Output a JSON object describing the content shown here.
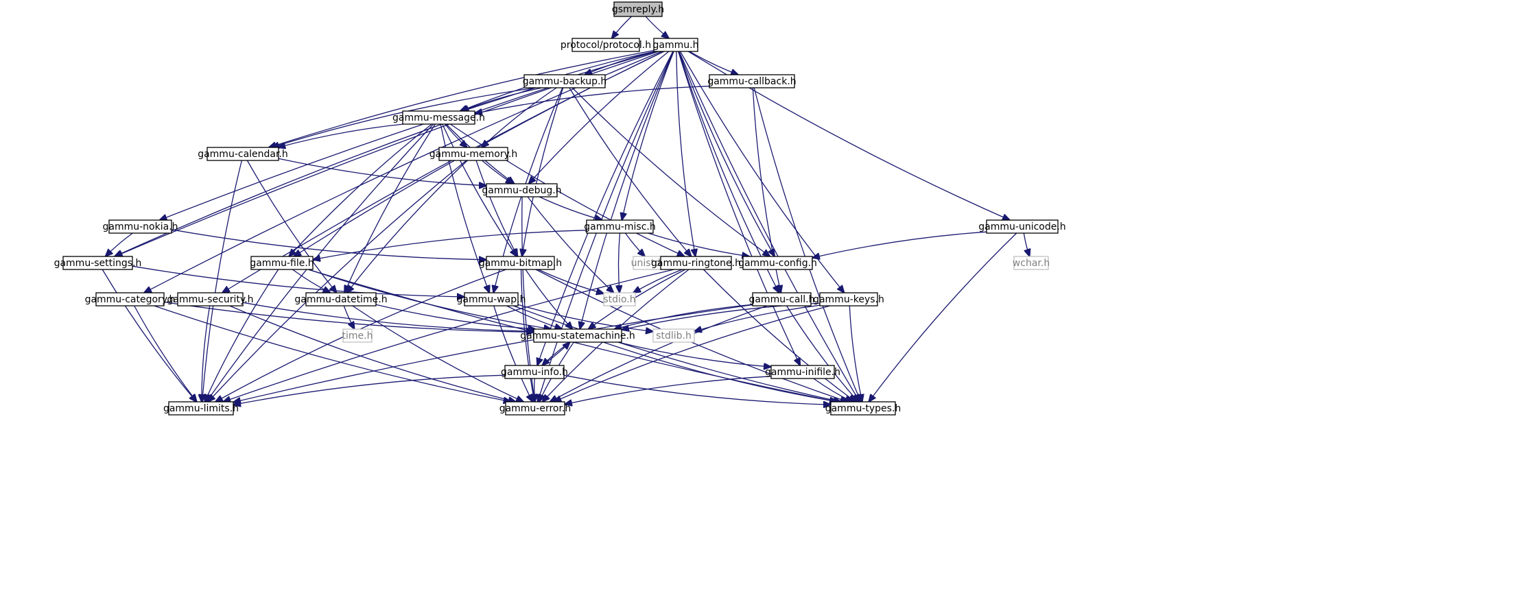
{
  "diagram": {
    "colors": {
      "edge": "#191970",
      "root_fill": "#bfbfbf",
      "node_border": "#000000",
      "external_border": "#bfbfbf",
      "external_text": "#7f7f7f"
    },
    "nodes": [
      {
        "id": "gsmreply",
        "label": "gsmreply.h",
        "kind": "root"
      },
      {
        "id": "protocol",
        "label": "protocol/protocol.h",
        "kind": "normal"
      },
      {
        "id": "gammu",
        "label": "gammu.h",
        "kind": "normal"
      },
      {
        "id": "backup",
        "label": "gammu-backup.h",
        "kind": "normal"
      },
      {
        "id": "callback",
        "label": "gammu-callback.h",
        "kind": "normal"
      },
      {
        "id": "message",
        "label": "gammu-message.h",
        "kind": "normal"
      },
      {
        "id": "calendar",
        "label": "gammu-calendar.h",
        "kind": "normal"
      },
      {
        "id": "memory",
        "label": "gammu-memory.h",
        "kind": "normal"
      },
      {
        "id": "debug",
        "label": "gammu-debug.h",
        "kind": "normal"
      },
      {
        "id": "nokia",
        "label": "gammu-nokia.h",
        "kind": "normal"
      },
      {
        "id": "misc",
        "label": "gammu-misc.h",
        "kind": "normal"
      },
      {
        "id": "unicode",
        "label": "gammu-unicode.h",
        "kind": "normal"
      },
      {
        "id": "settings",
        "label": "gammu-settings.h",
        "kind": "normal"
      },
      {
        "id": "file",
        "label": "gammu-file.h",
        "kind": "normal"
      },
      {
        "id": "bitmap",
        "label": "gammu-bitmap.h",
        "kind": "normal"
      },
      {
        "id": "unistd",
        "label": "unistd.h",
        "kind": "external"
      },
      {
        "id": "ringtone",
        "label": "gammu-ringtone.h",
        "kind": "normal"
      },
      {
        "id": "config",
        "label": "gammu-config.h",
        "kind": "normal"
      },
      {
        "id": "wchar",
        "label": "wchar.h",
        "kind": "external"
      },
      {
        "id": "category",
        "label": "gammu-category.h",
        "kind": "normal"
      },
      {
        "id": "security",
        "label": "gammu-security.h",
        "kind": "normal"
      },
      {
        "id": "datetime",
        "label": "gammu-datetime.h",
        "kind": "normal"
      },
      {
        "id": "wap",
        "label": "gammu-wap.h",
        "kind": "normal"
      },
      {
        "id": "stdio",
        "label": "stdio.h",
        "kind": "external"
      },
      {
        "id": "call",
        "label": "gammu-call.h",
        "kind": "normal"
      },
      {
        "id": "keys",
        "label": "gammu-keys.h",
        "kind": "normal"
      },
      {
        "id": "time",
        "label": "time.h",
        "kind": "external"
      },
      {
        "id": "statemachine",
        "label": "gammu-statemachine.h",
        "kind": "normal"
      },
      {
        "id": "stdlib",
        "label": "stdlib.h",
        "kind": "external"
      },
      {
        "id": "info",
        "label": "gammu-info.h",
        "kind": "normal"
      },
      {
        "id": "inifile",
        "label": "gammu-inifile.h",
        "kind": "normal"
      },
      {
        "id": "limits",
        "label": "gammu-limits.h",
        "kind": "normal"
      },
      {
        "id": "error",
        "label": "gammu-error.h",
        "kind": "normal"
      },
      {
        "id": "types",
        "label": "gammu-types.h",
        "kind": "normal"
      }
    ],
    "edges": [
      [
        "gsmreply",
        "protocol"
      ],
      [
        "gsmreply",
        "gammu"
      ],
      [
        "gammu",
        "backup"
      ],
      [
        "gammu",
        "callback"
      ],
      [
        "gammu",
        "message"
      ],
      [
        "gammu",
        "calendar"
      ],
      [
        "gammu",
        "debug"
      ],
      [
        "gammu",
        "nokia"
      ],
      [
        "gammu",
        "misc"
      ],
      [
        "gammu",
        "unicode"
      ],
      [
        "gammu",
        "settings"
      ],
      [
        "gammu",
        "file"
      ],
      [
        "gammu",
        "ringtone"
      ],
      [
        "gammu",
        "config"
      ],
      [
        "gammu",
        "category"
      ],
      [
        "gammu",
        "security"
      ],
      [
        "gammu",
        "call"
      ],
      [
        "gammu",
        "keys"
      ],
      [
        "gammu",
        "statemachine"
      ],
      [
        "gammu",
        "info"
      ],
      [
        "gammu",
        "inifile"
      ],
      [
        "gammu",
        "error"
      ],
      [
        "gammu",
        "types"
      ],
      [
        "backup",
        "message"
      ],
      [
        "backup",
        "calendar"
      ],
      [
        "backup",
        "memory"
      ],
      [
        "backup",
        "settings"
      ],
      [
        "backup",
        "bitmap"
      ],
      [
        "backup",
        "ringtone"
      ],
      [
        "backup",
        "config"
      ],
      [
        "backup",
        "wap"
      ],
      [
        "callback",
        "message"
      ],
      [
        "callback",
        "call"
      ],
      [
        "callback",
        "types"
      ],
      [
        "message",
        "calendar"
      ],
      [
        "message",
        "memory"
      ],
      [
        "message",
        "debug"
      ],
      [
        "message",
        "file"
      ],
      [
        "message",
        "bitmap"
      ],
      [
        "message",
        "ringtone"
      ],
      [
        "message",
        "datetime"
      ],
      [
        "message",
        "wap"
      ],
      [
        "message",
        "limits"
      ],
      [
        "calendar",
        "debug"
      ],
      [
        "calendar",
        "datetime"
      ],
      [
        "calendar",
        "limits"
      ],
      [
        "memory",
        "debug"
      ],
      [
        "memory",
        "bitmap"
      ],
      [
        "memory",
        "datetime"
      ],
      [
        "memory",
        "limits"
      ],
      [
        "debug",
        "misc"
      ],
      [
        "debug",
        "stdio"
      ],
      [
        "debug",
        "error"
      ],
      [
        "nokia",
        "settings"
      ],
      [
        "nokia",
        "bitmap"
      ],
      [
        "misc",
        "file"
      ],
      [
        "misc",
        "config"
      ],
      [
        "misc",
        "unistd"
      ],
      [
        "misc",
        "stdio"
      ],
      [
        "unicode",
        "config"
      ],
      [
        "unicode",
        "wchar"
      ],
      [
        "unicode",
        "types"
      ],
      [
        "settings",
        "wap"
      ],
      [
        "settings",
        "limits"
      ],
      [
        "file",
        "datetime"
      ],
      [
        "file",
        "statemachine"
      ],
      [
        "file",
        "limits"
      ],
      [
        "file",
        "types"
      ],
      [
        "bitmap",
        "statemachine"
      ],
      [
        "bitmap",
        "stdio"
      ],
      [
        "bitmap",
        "limits"
      ],
      [
        "bitmap",
        "error"
      ],
      [
        "bitmap",
        "types"
      ],
      [
        "ringtone",
        "statemachine"
      ],
      [
        "ringtone",
        "stdio"
      ],
      [
        "ringtone",
        "limits"
      ],
      [
        "ringtone",
        "error"
      ],
      [
        "ringtone",
        "types"
      ],
      [
        "category",
        "statemachine"
      ],
      [
        "category",
        "limits"
      ],
      [
        "category",
        "error"
      ],
      [
        "security",
        "statemachine"
      ],
      [
        "security",
        "limits"
      ],
      [
        "security",
        "error"
      ],
      [
        "datetime",
        "statemachine"
      ],
      [
        "datetime",
        "time"
      ],
      [
        "datetime",
        "error"
      ],
      [
        "wap",
        "statemachine"
      ],
      [
        "wap",
        "stdlib"
      ],
      [
        "wap",
        "error"
      ],
      [
        "wap",
        "types"
      ],
      [
        "call",
        "statemachine"
      ],
      [
        "call",
        "limits"
      ],
      [
        "call",
        "error"
      ],
      [
        "call",
        "types"
      ],
      [
        "keys",
        "statemachine"
      ],
      [
        "keys",
        "stdlib"
      ],
      [
        "keys",
        "error"
      ],
      [
        "keys",
        "types"
      ],
      [
        "statemachine",
        "info"
      ],
      [
        "statemachine",
        "inifile"
      ],
      [
        "statemachine",
        "error"
      ],
      [
        "statemachine",
        "types"
      ],
      [
        "info",
        "statemachine"
      ],
      [
        "info",
        "limits"
      ],
      [
        "info",
        "error"
      ],
      [
        "info",
        "types"
      ],
      [
        "inifile",
        "error"
      ],
      [
        "inifile",
        "types"
      ]
    ]
  }
}
